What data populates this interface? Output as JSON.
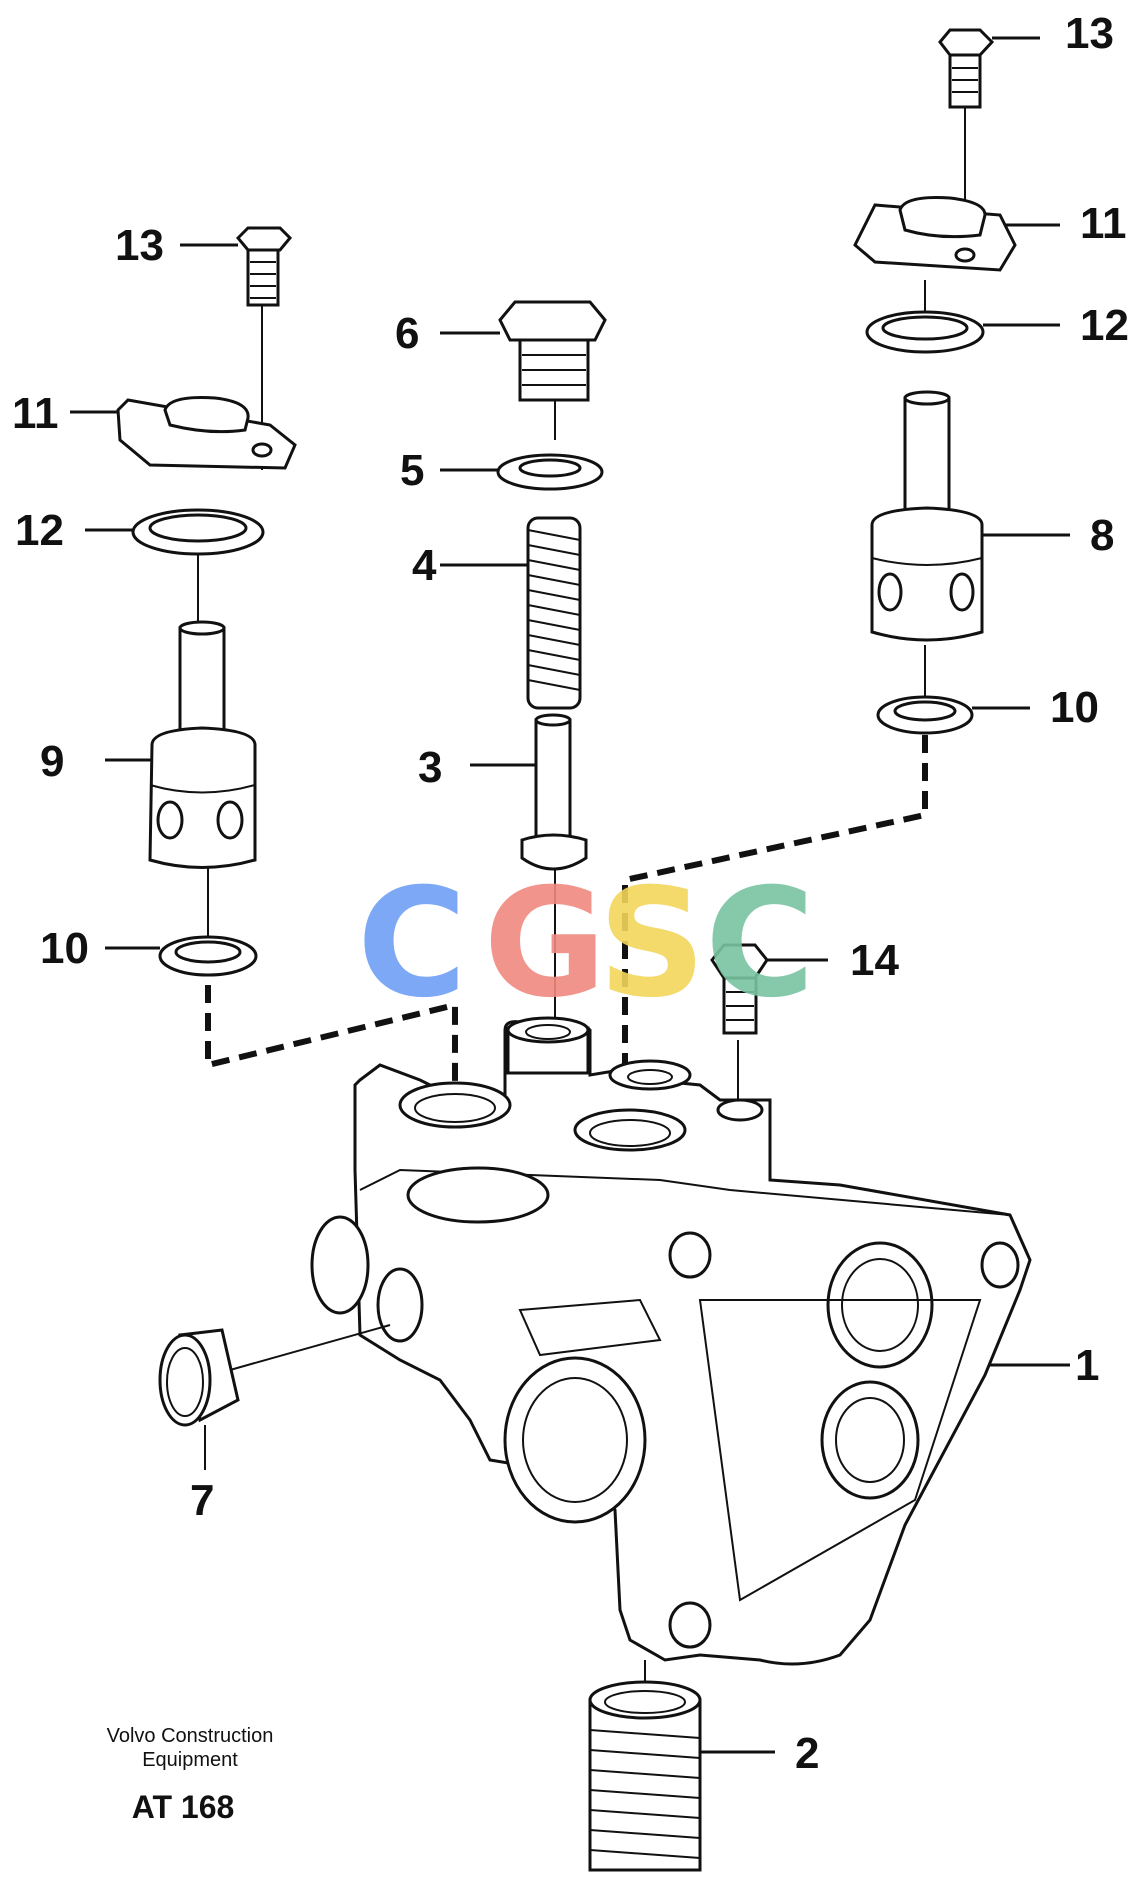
{
  "callouts": [
    "13",
    "11",
    "12",
    "8",
    "10",
    "6",
    "5",
    "4",
    "3",
    "14",
    "1",
    "2",
    "7",
    "9"
  ],
  "watermark": {
    "letters": [
      "C",
      "G",
      "S",
      "C"
    ],
    "colors": [
      "#6f9ff5",
      "#f08a80",
      "#f3d55b",
      "#78c4a1"
    ]
  },
  "footer": {
    "company_line1": "Volvo Construction",
    "company_line2": "Equipment",
    "code": "AT 168"
  }
}
